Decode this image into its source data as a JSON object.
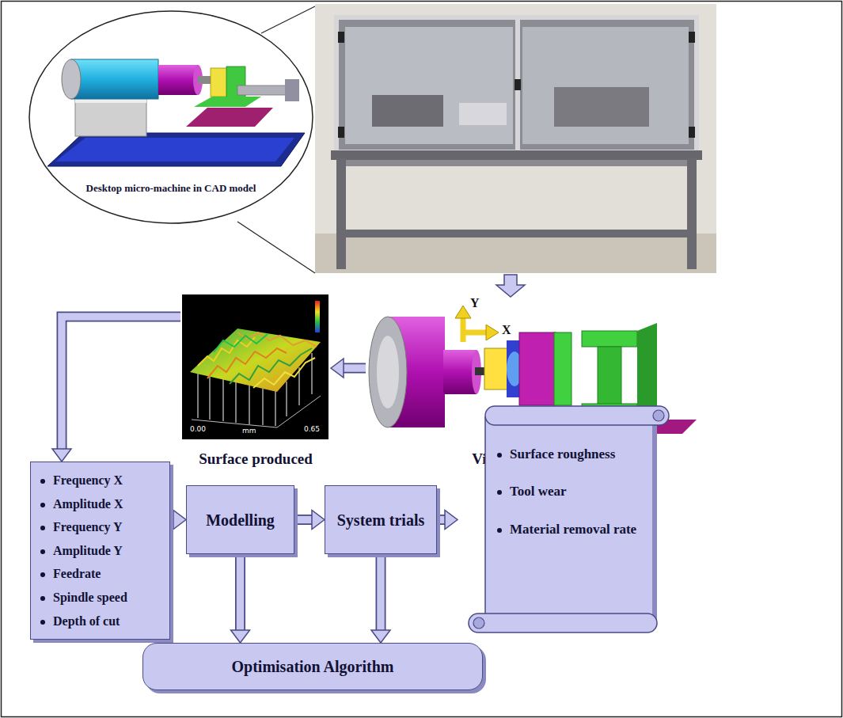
{
  "diagram": {
    "nodes": [
      {
        "text": [
          "Desktop micro-machine in CAD model"
        ]
      },
      {
        "text": [
          "Surface produced"
        ]
      },
      {
        "text": [
          "Vibration in 2 axis"
        ]
      },
      {
        "text": [
          "Frequency X",
          "Amplitude X",
          "Frequency Y",
          "Amplitude Y",
          "Feedrate",
          "Spindle speed",
          "Depth of cut"
        ]
      },
      {
        "text": [
          "Modelling"
        ]
      },
      {
        "text": [
          "System trials"
        ]
      },
      {
        "text": [
          "Surface roughness",
          "Tool wear",
          "Material removal rate"
        ]
      },
      {
        "text": [
          "Optimisation Algorithm"
        ]
      }
    ],
    "edges": [
      {
        "from": 2,
        "to": 1,
        "arrow": "to"
      },
      {
        "from": 1,
        "to": 3,
        "arrow": "to"
      },
      {
        "from": 3,
        "to": 4,
        "arrow": "to"
      },
      {
        "from": 4,
        "to": 5,
        "arrow": "to"
      },
      {
        "from": 5,
        "to": 6,
        "arrow": "to"
      },
      {
        "from": 4,
        "to": 7,
        "arrow": "to"
      },
      {
        "from": 5,
        "to": 7,
        "arrow": "to"
      }
    ],
    "labels": [
      "Y",
      "X",
      "0.00",
      "mm",
      "0.65"
    ]
  }
}
